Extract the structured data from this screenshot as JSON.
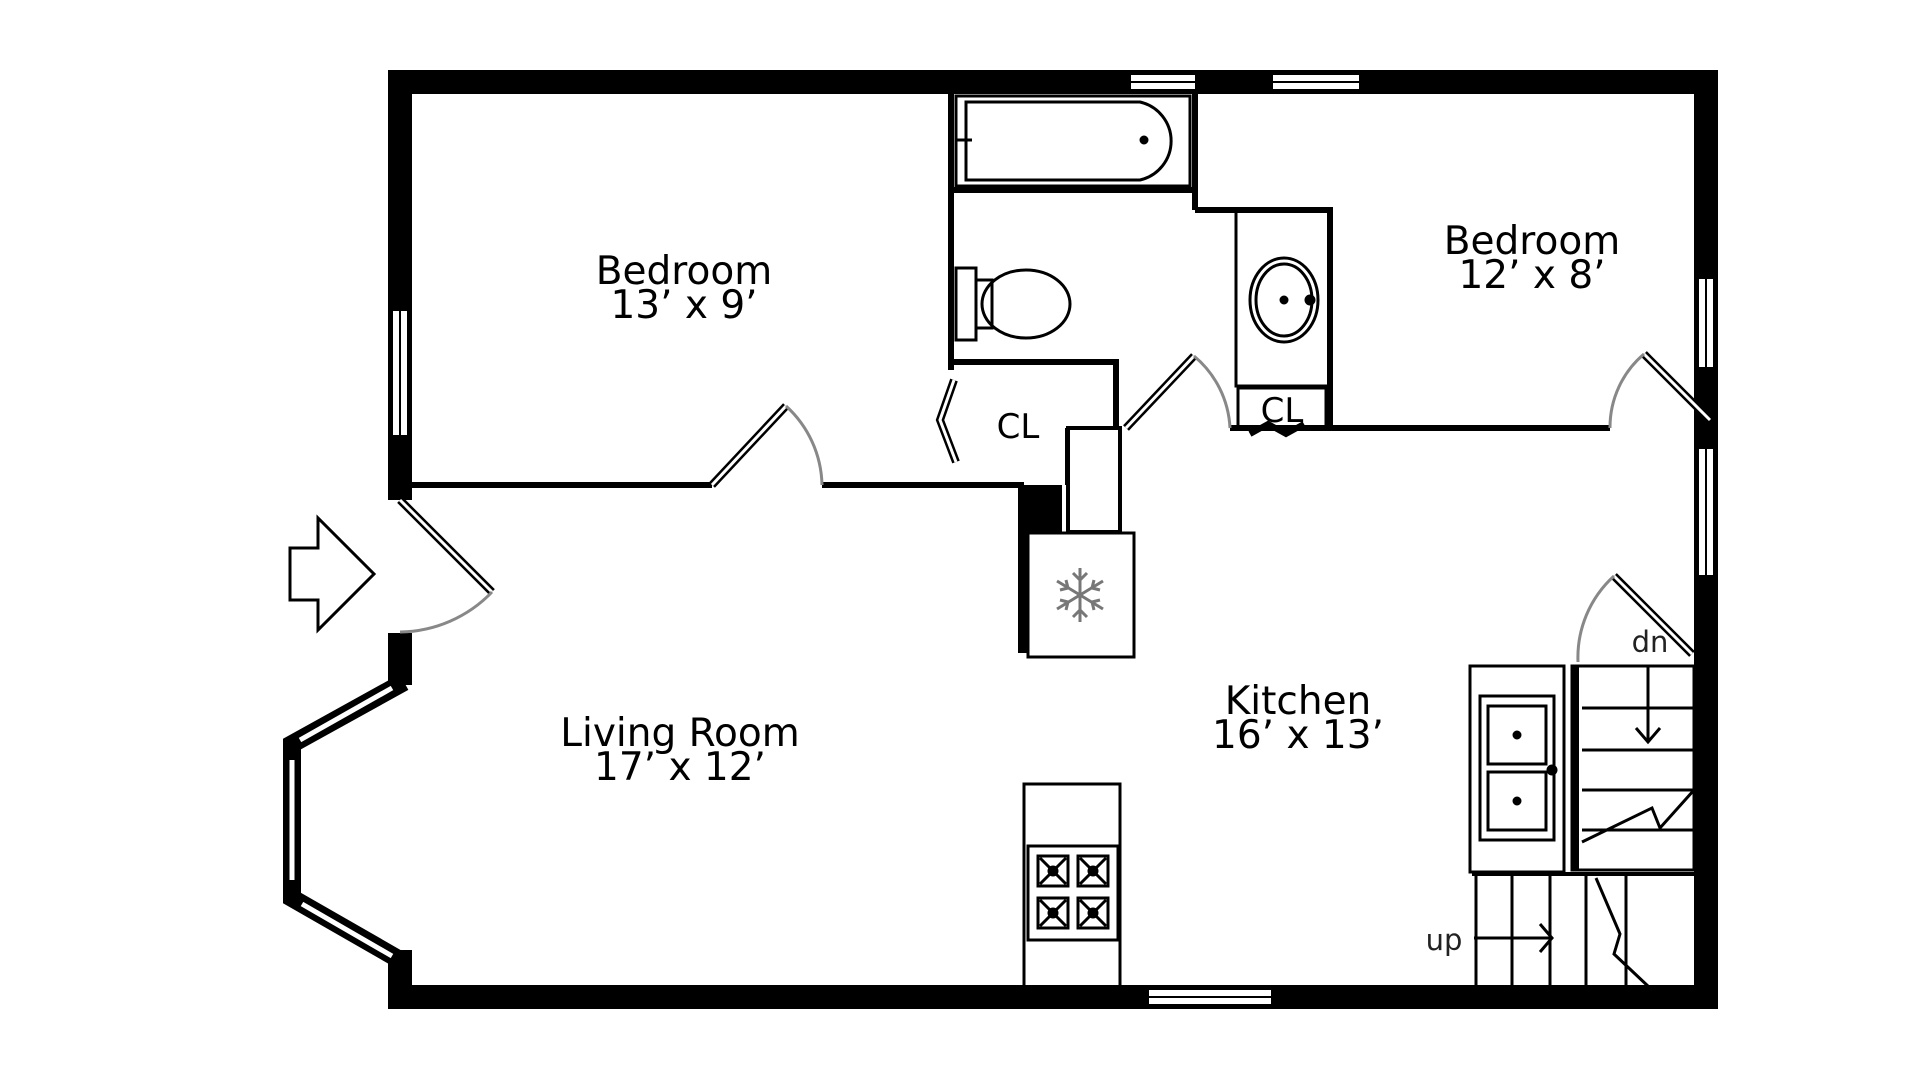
{
  "rooms": {
    "bedroom_left": {
      "name": "Bedroom",
      "dims": "13’ x 9’"
    },
    "bedroom_right": {
      "name": "Bedroom",
      "dims": "12’ x 8’"
    },
    "living_room": {
      "name": "Living Room",
      "dims": "17’ x 12’"
    },
    "kitchen": {
      "name": "Kitchen",
      "dims": "16’ x 13’"
    }
  },
  "closets": {
    "left": "CL",
    "right": "CL"
  },
  "stairs": {
    "down": "dn",
    "up": "up"
  },
  "icons": {
    "entry": "entry-arrow-icon",
    "freezer": "snowflake-icon"
  },
  "colors": {
    "wall": "#000000",
    "door_arc": "#888888",
    "fixture": "#000000"
  }
}
